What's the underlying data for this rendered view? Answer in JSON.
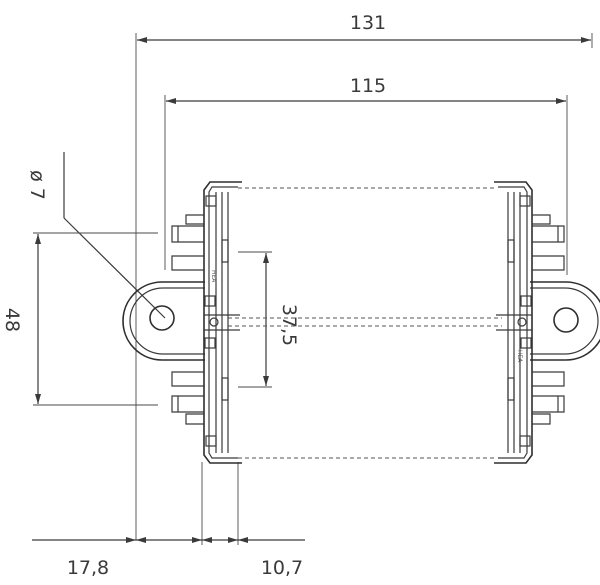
{
  "dimensions": {
    "overall_length": "131",
    "body_length": "115",
    "hole_diameter": "ø 7",
    "mounting_height": "48",
    "inner_pitch": "37,5",
    "hole_offset": "17,8",
    "pin_offset": "10,7"
  },
  "logo_mark": "HEA",
  "colors": {
    "line": "#3a3a3a",
    "background": "#ffffff"
  }
}
